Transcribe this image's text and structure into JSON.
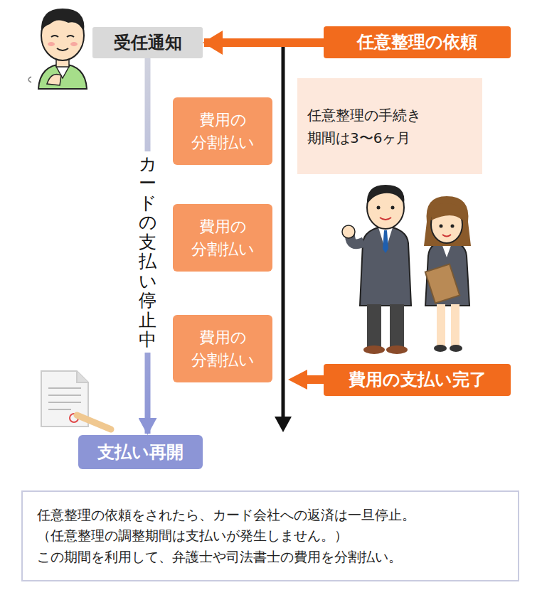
{
  "diagram": {
    "nodes": [
      {
        "text": [
          "受任通知"
        ]
      },
      {
        "text": [
          "任意整理の依頼"
        ]
      },
      {
        "text": [
          "費用の 分割払い"
        ]
      },
      {
        "text": [
          "任意整理の手続き 期間は3〜6ヶ月"
        ]
      },
      {
        "text": [
          "費用の 分割払い"
        ]
      },
      {
        "text": [
          "費用の 分割払い"
        ]
      },
      {
        "text": [
          "費用の支払い完了"
        ]
      },
      {
        "text": [
          "支払い再開"
        ]
      },
      {
        "text": [
          "任意整理の依頼をされたら、カード会社への返済は一旦停止。",
          "（任意整理の調整期間は支払いが発生しません。）",
          "この期間を利用して、弁護士や司法書士の費用を分割払い。"
        ]
      }
    ],
    "edges": [
      {
        "from": 1,
        "to": 0,
        "arrow": "to"
      },
      {
        "from": 0,
        "to": 7,
        "arrow": "to",
        "label": "カードの支払い停止中"
      }
    ]
  }
}
